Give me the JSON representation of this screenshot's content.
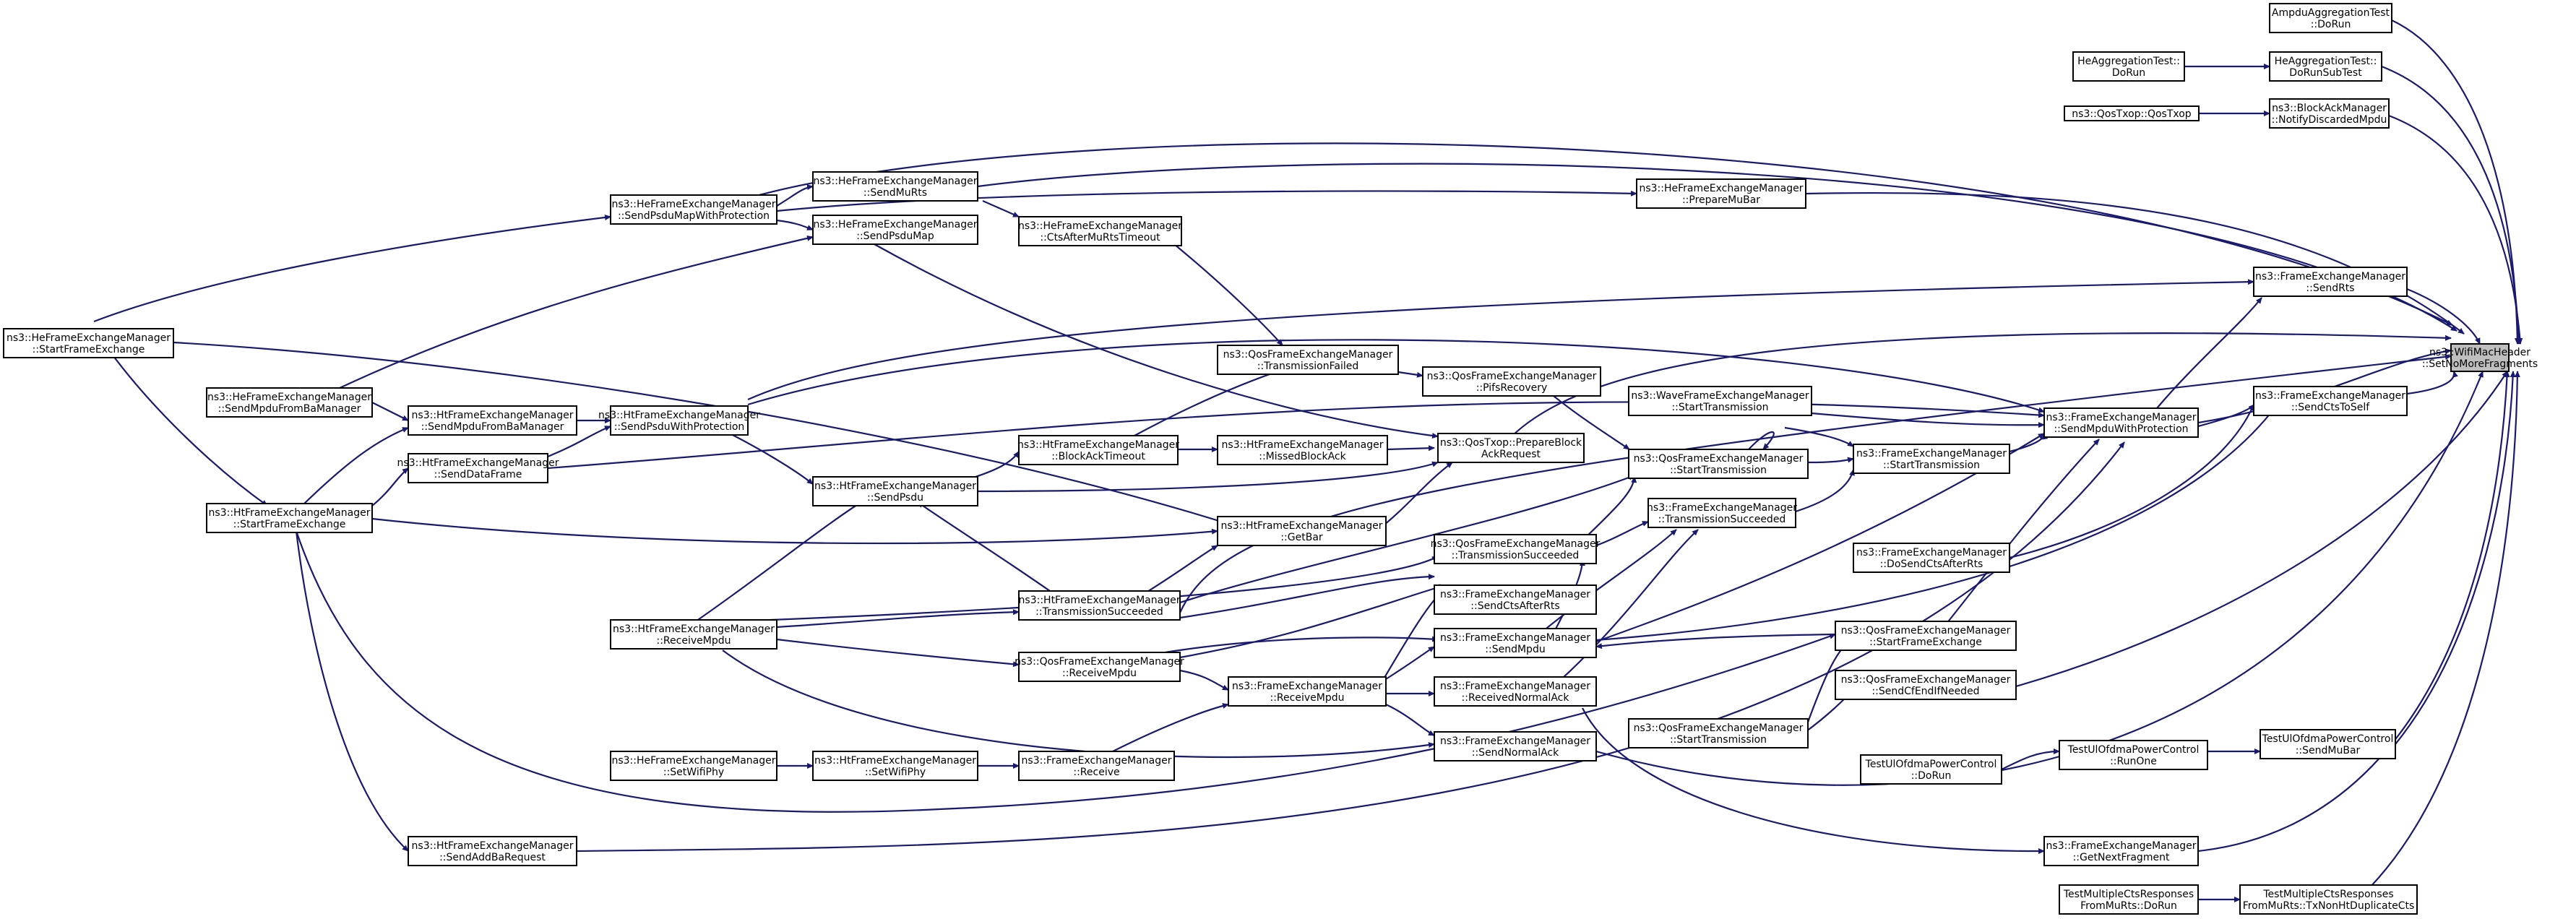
{
  "colors": {
    "edge": "#191970",
    "node_border": "#000000",
    "target_fill": "#bfbfbf",
    "background": "#ffffff"
  },
  "nodes": [
    {
      "id": "n_target",
      "lines": [
        "ns3::WifiMacHeader",
        "::SetNoMoreFragments"
      ],
      "target": true
    },
    {
      "id": "n_ampdu",
      "lines": [
        "AmpduAggregationTest",
        "::DoRun"
      ]
    },
    {
      "id": "n_heagg_sub",
      "lines": [
        "HeAggregationTest::",
        "DoRunSubTest"
      ]
    },
    {
      "id": "n_heagg_run",
      "lines": [
        "HeAggregationTest::",
        "DoRun"
      ]
    },
    {
      "id": "n_notifydisc",
      "lines": [
        "ns3::BlockAckManager",
        "::NotifyDiscardedMpdu"
      ]
    },
    {
      "id": "n_qostxop",
      "lines": [
        "ns3::QosTxop::QosTxop"
      ]
    },
    {
      "id": "n_sendrts",
      "lines": [
        "ns3::FrameExchangeManager",
        "::SendRts"
      ]
    },
    {
      "id": "n_sendctstoself",
      "lines": [
        "ns3::FrameExchangeManager",
        "::SendCtsToSelf"
      ]
    },
    {
      "id": "n_sendmpduprot",
      "lines": [
        "ns3::FrameExchangeManager",
        "::SendMpduWithProtection"
      ]
    },
    {
      "id": "n_fem_starttx",
      "lines": [
        "ns3::FrameExchangeManager",
        "::StartTransmission"
      ]
    },
    {
      "id": "n_wave_starttx",
      "lines": [
        "ns3::WaveFrameExchangeManager",
        "::StartTransmission"
      ]
    },
    {
      "id": "n_qos_starttx1",
      "lines": [
        "ns3::QosFrameExchangeManager",
        "::StartTransmission"
      ]
    },
    {
      "id": "n_pifs",
      "lines": [
        "ns3::QosFrameExchangeManager",
        "::PifsRecovery"
      ]
    },
    {
      "id": "n_txfailed",
      "lines": [
        "ns3::QosFrameExchangeManager",
        "::TransmissionFailed"
      ]
    },
    {
      "id": "n_ctsaftermurts",
      "lines": [
        "ns3::HeFrameExchangeManager",
        "::CtsAfterMuRtsTimeout"
      ]
    },
    {
      "id": "n_sendmurts",
      "lines": [
        "ns3::HeFrameExchangeManager",
        "::SendMuRts"
      ]
    },
    {
      "id": "n_preparemubar",
      "lines": [
        "ns3::HeFrameExchangeManager",
        "::PrepareMuBar"
      ]
    },
    {
      "id": "n_sendpsdumapprot",
      "lines": [
        "ns3::HeFrameExchangeManager",
        "::SendPsduMapWithProtection"
      ]
    },
    {
      "id": "n_sendpsdumap",
      "lines": [
        "ns3::HeFrameExchangeManager",
        "::SendPsduMap"
      ]
    },
    {
      "id": "n_he_startfe",
      "lines": [
        "ns3::HeFrameExchangeManager",
        "::StartFrameExchange"
      ]
    },
    {
      "id": "n_he_sendmpdufromba",
      "lines": [
        "ns3::HeFrameExchangeManager",
        "::SendMpduFromBaManager"
      ]
    },
    {
      "id": "n_ht_sendmpdufromba",
      "lines": [
        "ns3::HtFrameExchangeManager",
        "::SendMpduFromBaManager"
      ]
    },
    {
      "id": "n_ht_senddataframe",
      "lines": [
        "ns3::HtFrameExchangeManager",
        "::SendDataFrame"
      ]
    },
    {
      "id": "n_ht_startfe",
      "lines": [
        "ns3::HtFrameExchangeManager",
        "::StartFrameExchange"
      ]
    },
    {
      "id": "n_ht_sendpsduprot",
      "lines": [
        "ns3::HtFrameExchangeManager",
        "::SendPsduWithProtection"
      ]
    },
    {
      "id": "n_ht_sendpsdu",
      "lines": [
        "ns3::HtFrameExchangeManager",
        "::SendPsdu"
      ]
    },
    {
      "id": "n_ht_blockacktimeout",
      "lines": [
        "ns3::HtFrameExchangeManager",
        "::BlockAckTimeout"
      ]
    },
    {
      "id": "n_ht_missedblockack",
      "lines": [
        "ns3::HtFrameExchangeManager",
        "::MissedBlockAck"
      ]
    },
    {
      "id": "n_qostxop_prepare",
      "lines": [
        "ns3::QosTxop::PrepareBlock",
        "AckRequest"
      ]
    },
    {
      "id": "n_ht_getbar",
      "lines": [
        "ns3::HtFrameExchangeManager",
        "::GetBar"
      ]
    },
    {
      "id": "n_qos_txsucc",
      "lines": [
        "ns3::QosFrameExchangeManager",
        "::TransmissionSucceeded"
      ]
    },
    {
      "id": "n_fem_txsucc",
      "lines": [
        "ns3::FrameExchangeManager",
        "::TransmissionSucceeded"
      ]
    },
    {
      "id": "n_fem_docts",
      "lines": [
        "ns3::FrameExchangeManager",
        "::DoSendCtsAfterRts"
      ]
    },
    {
      "id": "n_fem_sendctsafter",
      "lines": [
        "ns3::FrameExchangeManager",
        "::SendCtsAfterRts"
      ]
    },
    {
      "id": "n_ht_txsucc",
      "lines": [
        "ns3::HtFrameExchangeManager",
        "::TransmissionSucceeded"
      ]
    },
    {
      "id": "n_ht_receivempdu",
      "lines": [
        "ns3::HtFrameExchangeManager",
        "::ReceiveMpdu"
      ]
    },
    {
      "id": "n_fem_sendmpdu",
      "lines": [
        "ns3::FrameExchangeManager",
        "::SendMpdu"
      ]
    },
    {
      "id": "n_qos_startfe",
      "lines": [
        "ns3::QosFrameExchangeManager",
        "::StartFrameExchange"
      ]
    },
    {
      "id": "n_qos_receivempdu",
      "lines": [
        "ns3::QosFrameExchangeManager",
        "::ReceiveMpdu"
      ]
    },
    {
      "id": "n_fem_receivempdu",
      "lines": [
        "ns3::FrameExchangeManager",
        "::ReceiveMpdu"
      ]
    },
    {
      "id": "n_fem_recvnormalack",
      "lines": [
        "ns3::FrameExchangeManager",
        "::ReceivedNormalAck"
      ]
    },
    {
      "id": "n_qos_sendcfend",
      "lines": [
        "ns3::QosFrameExchangeManager",
        "::SendCfEndIfNeeded"
      ]
    },
    {
      "id": "n_qos_starttx2",
      "lines": [
        "ns3::QosFrameExchangeManager",
        "::StartTransmission"
      ]
    },
    {
      "id": "n_fem_sendnormalack",
      "lines": [
        "ns3::FrameExchangeManager",
        "::SendNormalAck"
      ]
    },
    {
      "id": "n_ul_dorun",
      "lines": [
        "TestUlOfdmaPowerControl",
        "::DoRun"
      ]
    },
    {
      "id": "n_ul_runone",
      "lines": [
        "TestUlOfdmaPowerControl",
        "::RunOne"
      ]
    },
    {
      "id": "n_ul_sendmubar",
      "lines": [
        "TestUlOfdmaPowerControl",
        "::SendMuBar"
      ]
    },
    {
      "id": "n_he_setwifiphy",
      "lines": [
        "ns3::HeFrameExchangeManager",
        "::SetWifiPhy"
      ]
    },
    {
      "id": "n_ht_setwifiphy",
      "lines": [
        "ns3::HtFrameExchangeManager",
        "::SetWifiPhy"
      ]
    },
    {
      "id": "n_fem_receive",
      "lines": [
        "ns3::FrameExchangeManager",
        "::Receive"
      ]
    },
    {
      "id": "n_ht_sendaddba",
      "lines": [
        "ns3::HtFrameExchangeManager",
        "::SendAddBaRequest"
      ]
    },
    {
      "id": "n_fem_getnextfrag",
      "lines": [
        "ns3::FrameExchangeManager",
        "::GetNextFragment"
      ]
    },
    {
      "id": "n_tmc_dorun",
      "lines": [
        "TestMultipleCtsResponses",
        "FromMuRts::DoRun"
      ]
    },
    {
      "id": "n_tmc_txnonht",
      "lines": [
        "TestMultipleCtsResponses",
        "FromMuRts::TxNonHtDuplicateCts"
      ]
    }
  ]
}
